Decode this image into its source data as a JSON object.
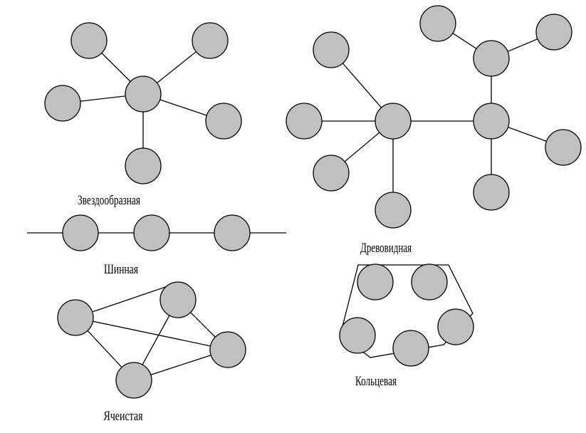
{
  "labels": {
    "star": "Звездообразная",
    "bus": "Шинная",
    "mesh": "Ячеистая",
    "tree": "Древовидная",
    "ring": "Кольцевая"
  },
  "colors": {
    "node_fill": "#c0c0c0",
    "stroke": "#000000",
    "background": "#ffffff"
  }
}
